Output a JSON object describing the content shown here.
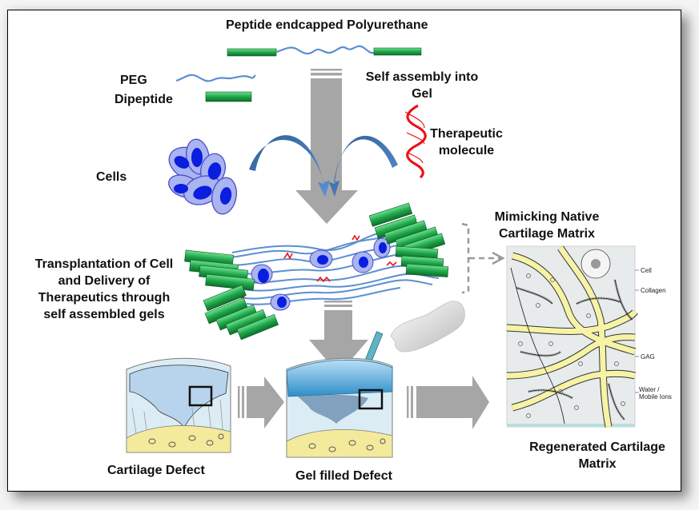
{
  "title": "Peptide endcapped Polyurethane",
  "legend": {
    "peg": "PEG",
    "dipeptide": "Dipeptide"
  },
  "steps": {
    "self_assembly_line1": "Self assembly into",
    "self_assembly_line2": "Gel",
    "therapeutic_line1": "Therapeutic",
    "therapeutic_line2": "molecule",
    "cells": "Cells",
    "transplantation_line1": "Transplantation  of Cell",
    "transplantation_line2": "and  Delivery of",
    "transplantation_line3": "Therapeutics  through",
    "transplantation_line4": "self assembled gels",
    "mimicking_line1": "Mimicking Native",
    "mimicking_line2": "Cartilage Matrix"
  },
  "matrix_labels": {
    "cell": "Cell",
    "collagen": "Collagen",
    "gag": "GAG",
    "water_line1": "Water /",
    "water_line2": "Mobile Ions"
  },
  "bottom": {
    "cartilage_defect": "Cartilage Defect",
    "gel_filled_defect": "Gel filled Defect",
    "regenerated_line1": "Regenerated  Cartilage",
    "regenerated_line2": "Matrix"
  },
  "colors": {
    "peptide_green": "#1fa64a",
    "peg_blue": "#5b8fd0",
    "cell_body": "#a9b4f0",
    "cell_nucleus": "#0a1ee0",
    "arrow_gray": "#a6a6a6",
    "curved_arrow": "#3d6ea8",
    "dna_red": "#e8141a",
    "collagen_yellow": "#f7f3a6"
  }
}
